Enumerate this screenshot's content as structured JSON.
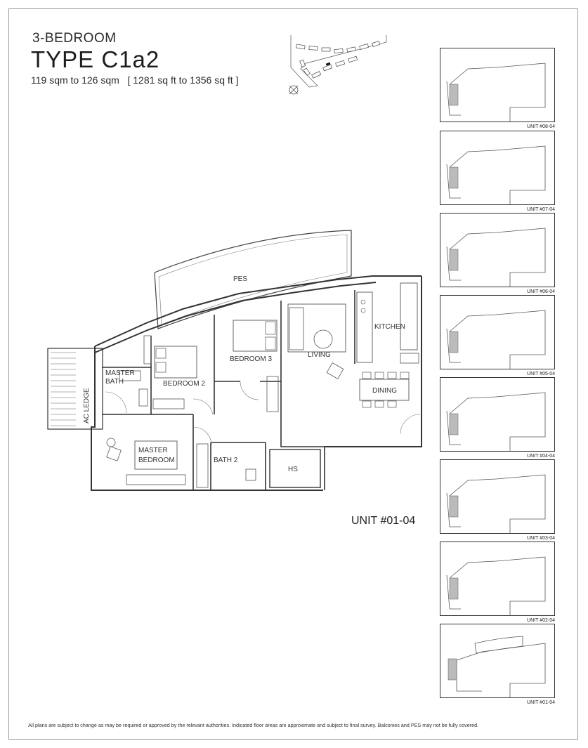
{
  "header": {
    "bedroom_type": "3-BEDROOM",
    "type_name": "TYPE C1a2",
    "area": "119 sqm to 126 sqm   [ 1281 sq ft to 1356 sq ft ]"
  },
  "plan": {
    "rooms": {
      "pes": "PES",
      "kitchen": "KITCHEN",
      "bedroom3": "BEDROOM  3",
      "living": "LIVING",
      "master_bath_1": "MASTER",
      "master_bath_2": "BATH",
      "bedroom2": "BEDROOM  2",
      "ac_ledge": "AC  LEDGE",
      "dining": "DINING",
      "master_bedroom_1": "MASTER",
      "master_bedroom_2": "BEDROOM",
      "bath2": "BATH  2",
      "hs": "HS"
    },
    "unit_label": "UNIT #01-04"
  },
  "thumbnails": [
    {
      "label": "UNIT #08-04"
    },
    {
      "label": "UNIT #07-04"
    },
    {
      "label": "UNIT #06-04"
    },
    {
      "label": "UNIT #05-04"
    },
    {
      "label": "UNIT #04-04"
    },
    {
      "label": "UNIT #03-04"
    },
    {
      "label": "UNIT #02-04"
    },
    {
      "label": "UNIT #01-04"
    }
  ],
  "footer": {
    "disclaimer": "All plans are subject to change as may be required or approved by the relevant authorities. Indicated floor areas are approximate and subject to final survey. Balconies and PES may not be fully covered."
  }
}
